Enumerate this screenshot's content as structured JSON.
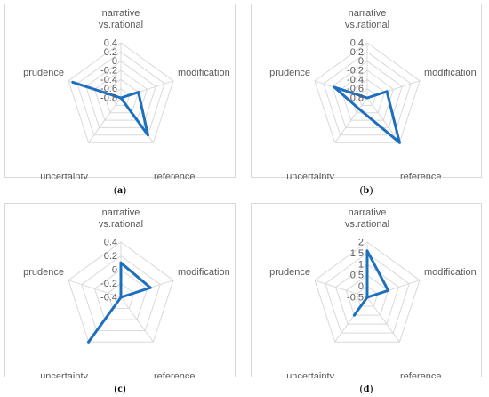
{
  "chart_data": [
    {
      "type": "radar",
      "panel_label": "a",
      "axes": [
        "narrative\nvs.rational",
        "modification",
        "reference",
        "uncertainty",
        "prudence"
      ],
      "ticks": [
        "0.4",
        "0.2",
        "0",
        "-0.2",
        "-0.4",
        "-0.6",
        "-0.8"
      ],
      "rlim": [
        -0.8,
        0.4
      ],
      "series": [
        {
          "values": [
            -0.8,
            -0.4,
            0.2,
            -0.8,
            0.3
          ]
        }
      ],
      "line_color": "#1f6fbf",
      "grid_color": "#d9d9d9"
    },
    {
      "type": "radar",
      "panel_label": "b",
      "axes": [
        "narrative\nvs.rational",
        "modification",
        "reference",
        "uncertainty",
        "prudence"
      ],
      "ticks": [
        "0.4",
        "0.2",
        "0",
        "-0.2",
        "-0.4",
        "-0.6",
        "-0.8"
      ],
      "rlim": [
        -0.8,
        0.4
      ],
      "series": [
        {
          "values": [
            -0.8,
            -0.35,
            0.4,
            -0.5,
            -0.05
          ]
        }
      ],
      "line_color": "#1f6fbf",
      "grid_color": "#d9d9d9"
    },
    {
      "type": "radar",
      "panel_label": "c",
      "axes": [
        "narrative\nvs.rational",
        "modification",
        "reference",
        "uncertainty",
        "prudence"
      ],
      "ticks": [
        "0.4",
        "0.2",
        "0",
        "-0.2",
        "-0.4"
      ],
      "rlim": [
        -0.4,
        0.4
      ],
      "series": [
        {
          "values": [
            0.1,
            0.05,
            -0.4,
            0.4,
            -0.4
          ]
        }
      ],
      "line_color": "#1f6fbf",
      "grid_color": "#d9d9d9"
    },
    {
      "type": "radar",
      "panel_label": "d",
      "axes": [
        "narrative\nvs.rational",
        "modification",
        "reference",
        "uncertainty",
        "prudence"
      ],
      "ticks": [
        "2",
        "1.5",
        "1",
        "0.5",
        "0",
        "-0.5"
      ],
      "rlim": [
        -0.5,
        2
      ],
      "series": [
        {
          "values": [
            1.6,
            0.5,
            -0.5,
            0.5,
            -0.5
          ]
        }
      ],
      "line_color": "#1f6fbf",
      "grid_color": "#d9d9d9"
    }
  ]
}
